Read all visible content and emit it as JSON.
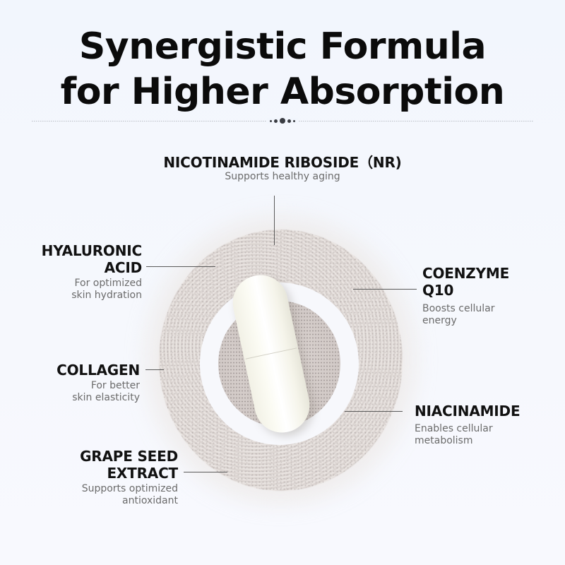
{
  "title": {
    "line1": "Synergistic Formula",
    "line2": "for Higher Absorption"
  },
  "divider": {
    "style": "dotted-line-with-center-ornament"
  },
  "center_image": {
    "description": "white capsule on powder ring",
    "capsule_color": "#fbfbf3",
    "powder_color": "#e0d9d6"
  },
  "ingredients": [
    {
      "name": "NICOTINAMIDE RIBOSIDE（NR)",
      "desc": "Supports healthy aging"
    },
    {
      "name_line1": "HYALURONIC",
      "name_line2": "ACID",
      "desc_line1": "For optimized",
      "desc_line2": "skin hydration"
    },
    {
      "name_line1": "COENZYME",
      "name_line2": "Q10",
      "desc_line1": "Boosts cellular",
      "desc_line2": "energy"
    },
    {
      "name_line1": "COLLAGEN",
      "desc_line1": "For better",
      "desc_line2": "skin elasticity"
    },
    {
      "name_line1": "NIACINAMIDE",
      "desc_line1": "Enables cellular",
      "desc_line2": "metabolism"
    },
    {
      "name_line1": "GRAPE SEED",
      "name_line2": "EXTRACT",
      "desc_line1": "Supports optimized",
      "desc_line2": "antioxidant"
    }
  ],
  "colors": {
    "background": "#f2f6fd",
    "title": "#0b0b0b",
    "label": "#111111",
    "description": "#6b6b6b",
    "leader_line": "#5a5a5a"
  }
}
